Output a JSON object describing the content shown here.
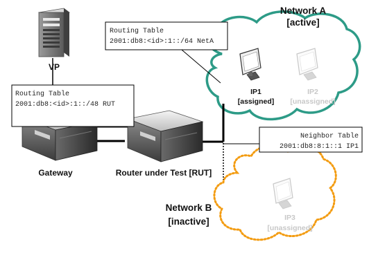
{
  "vp": {
    "label": "VP"
  },
  "gateway": {
    "label": "Gateway",
    "routing_table": {
      "title": "Routing Table",
      "entry": "2001:db8:<id>:1::/48 RUT"
    }
  },
  "rut": {
    "label": "Router under Test [RUT]",
    "routing_table": {
      "title": "Routing Table",
      "entry": "2001:db8:<id>:1::/64  NetA"
    },
    "neighbor_table": {
      "title": "Neighbor Table",
      "entry": "2001:db8:8:1::1 IP1"
    }
  },
  "network_a": {
    "name": "Network A",
    "status": "[active]",
    "hosts": [
      {
        "name": "IP1",
        "state": "[assigned]"
      },
      {
        "name": "IP2",
        "state": "[unassigned]"
      }
    ]
  },
  "network_b": {
    "name": "Network B",
    "status": "[inactive]",
    "hosts": [
      {
        "name": "IP3",
        "state": "[unassigned]"
      }
    ]
  },
  "colors": {
    "active_cloud": "#2d9b87",
    "inactive_cloud": "#f39c12",
    "link": "#000000",
    "faded_text": "#c8c8c8"
  },
  "icons": [
    "server-icon",
    "router-icon",
    "monitor-icon",
    "cloud-icon"
  ]
}
